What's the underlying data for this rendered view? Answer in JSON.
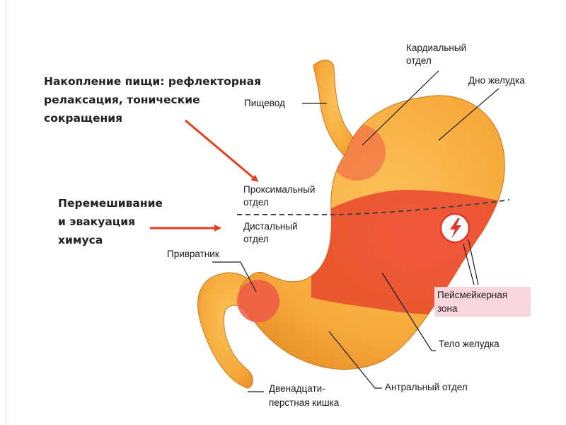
{
  "annotations": {
    "accumulation": "Накопление пищи: рефлекторная\nрелаксация, тонические\nсокращения",
    "mixing": "Перемешивание\nи эвакуация\nхимуса"
  },
  "labels": {
    "cardiac_1": "Кардиальный",
    "cardiac_2": "отдел",
    "fundus": "Дно желудка",
    "esophagus": "Пищевод",
    "proximal_1": "Проксимальный",
    "proximal_2": "отдел",
    "distal_1": "Дистальный",
    "distal_2": "отдел",
    "pylorus": "Привратник",
    "pacemaker_1": "Пейсмейкерная",
    "pacemaker_2": "зона",
    "body": "Тело желудка",
    "antrum": "Антральный отдел",
    "duodenum_1": "Двенадцати-",
    "duodenum_2": "перстная кишка"
  },
  "colors": {
    "stomach_orange": "#f6a93b",
    "stomach_red": "#ee4a3a",
    "arrow_red": "#e0401f",
    "pacemaker_bg": "#f8d6dc"
  },
  "icons": {
    "pacemaker": "lightning-icon"
  }
}
